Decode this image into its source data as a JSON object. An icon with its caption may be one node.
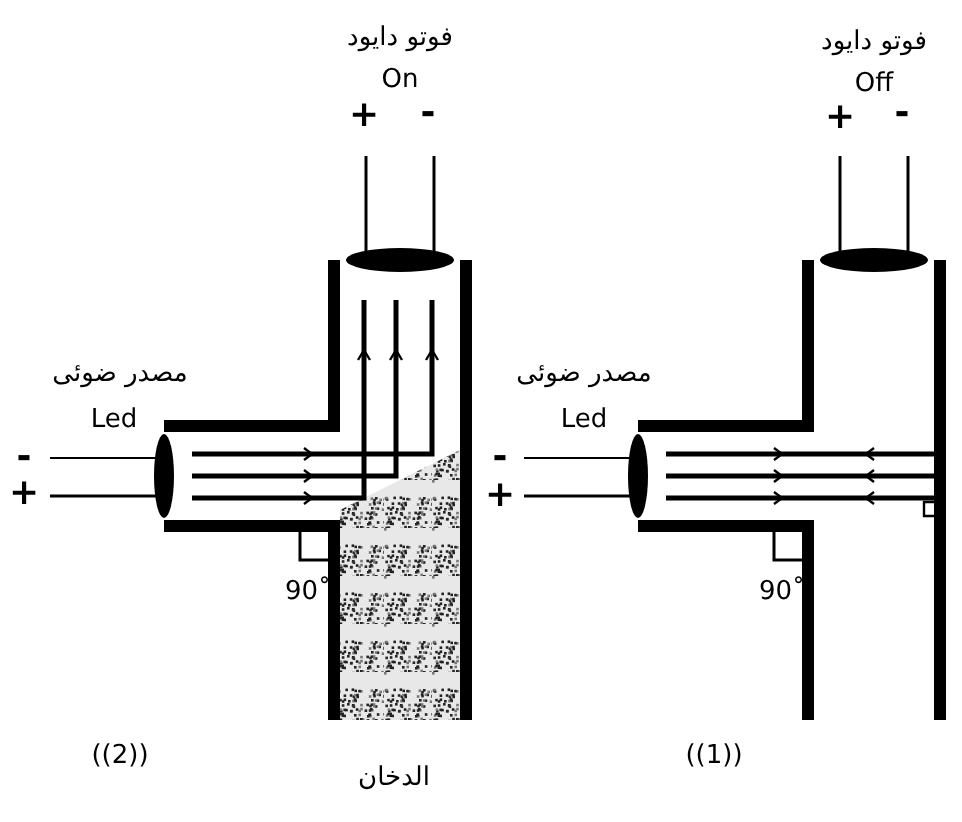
{
  "diagram": {
    "labels": [
      "فوتو دایود",
      "On",
      "+",
      "-",
      "فوتو دایود",
      "Off",
      "+",
      "-",
      "مصدر ضوئی",
      "Led",
      "-",
      "+",
      "مصدر ضوئی",
      "Led",
      "-",
      "+",
      "90˚",
      "90˚",
      "((2))",
      "((1))",
      "الدخان"
    ]
  }
}
